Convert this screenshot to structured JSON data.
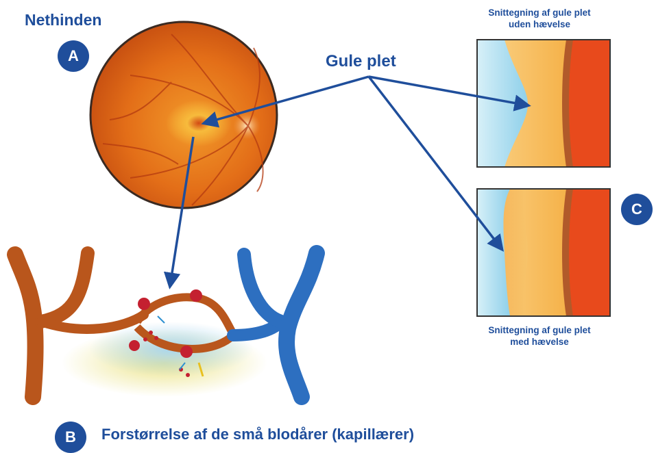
{
  "title": "Nethinden",
  "pointer_label": "Gule plet",
  "badges": {
    "a": "A",
    "b": "B",
    "c": "C"
  },
  "section_top_caption": {
    "line1": "Snittegning af gule plet",
    "line2": "uden hævelse"
  },
  "section_bottom_caption": {
    "line1": "Snittegning af gule plet",
    "line2": "med hævelse"
  },
  "bottom_title": "Forstørrelse af de små blodårer (kapillærer)",
  "colors": {
    "accent_blue": "#1f4e9b",
    "retina_orange": "#e8751a",
    "artery_brown": "#b9561c",
    "vein_blue": "#2d6fc0",
    "blood_red": "#c42030",
    "leak_yellow": "#e8e08a",
    "fluid_blue": "#a9d6ee",
    "macula_yellow": "#f7bb3c"
  }
}
